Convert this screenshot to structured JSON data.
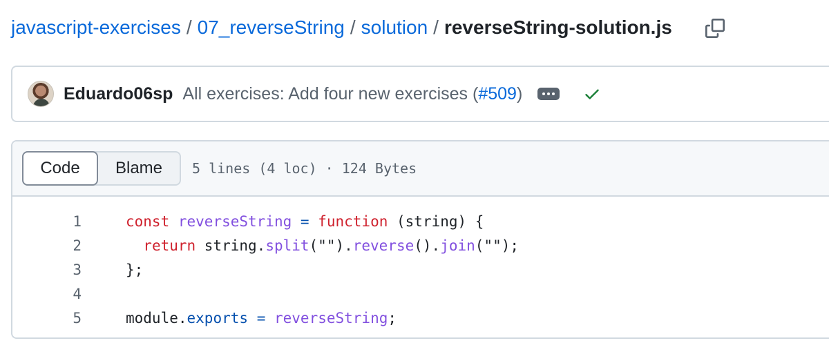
{
  "breadcrumb": {
    "repo": "javascript-exercises",
    "folder": "07_reverseString",
    "subfolder": "solution",
    "file": "reverseString-solution.js",
    "separator": "/"
  },
  "commit": {
    "author": "Eduardo06sp",
    "message_prefix": "All exercises: Add four new exercises (",
    "pr_number": "#509",
    "message_suffix": ")",
    "status": "success",
    "colors": {
      "link": "#0969da",
      "success": "#1a7f37"
    }
  },
  "file": {
    "tabs": [
      {
        "label": "Code",
        "selected": true
      },
      {
        "label": "Blame",
        "selected": false
      }
    ],
    "meta": "5 lines (4 loc) · 124 Bytes",
    "lines": [
      {
        "num": "1",
        "tokens": [
          {
            "t": "const",
            "k": "kw"
          },
          {
            "t": " ",
            "k": "nm"
          },
          {
            "t": "reverseString",
            "k": "fn"
          },
          {
            "t": " ",
            "k": "nm"
          },
          {
            "t": "=",
            "k": "pn"
          },
          {
            "t": " ",
            "k": "nm"
          },
          {
            "t": "function",
            "k": "kw"
          },
          {
            "t": " (string) {",
            "k": "nm"
          }
        ]
      },
      {
        "num": "2",
        "tokens": [
          {
            "t": "  ",
            "k": "nm"
          },
          {
            "t": "return",
            "k": "kw"
          },
          {
            "t": " string.",
            "k": "nm"
          },
          {
            "t": "split",
            "k": "fn"
          },
          {
            "t": "(\"\").",
            "k": "nm"
          },
          {
            "t": "reverse",
            "k": "fn"
          },
          {
            "t": "().",
            "k": "nm"
          },
          {
            "t": "join",
            "k": "fn"
          },
          {
            "t": "(\"\");",
            "k": "nm"
          }
        ]
      },
      {
        "num": "3",
        "tokens": [
          {
            "t": "};",
            "k": "nm"
          }
        ]
      },
      {
        "num": "4",
        "tokens": []
      },
      {
        "num": "5",
        "tokens": [
          {
            "t": "module.",
            "k": "nm"
          },
          {
            "t": "exports",
            "k": "pn"
          },
          {
            "t": " ",
            "k": "nm"
          },
          {
            "t": "=",
            "k": "pn"
          },
          {
            "t": " ",
            "k": "nm"
          },
          {
            "t": "reverseString",
            "k": "fn"
          },
          {
            "t": ";",
            "k": "nm"
          }
        ]
      }
    ]
  },
  "icons": {
    "copy": "copy-icon",
    "more": "kebab-horizontal-icon",
    "status": "check-icon"
  }
}
